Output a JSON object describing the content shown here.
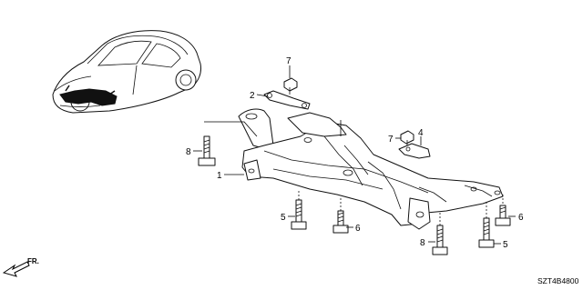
{
  "labels": {
    "p1": "1",
    "p2": "2",
    "p4": "4",
    "p5a": "5",
    "p5b": "5",
    "p6a": "6",
    "p6b": "6",
    "p7a": "7",
    "p7b": "7",
    "p8a": "8",
    "p8b": "8"
  },
  "direction_label": "FR.",
  "diagram_code": "SZT4B4800"
}
